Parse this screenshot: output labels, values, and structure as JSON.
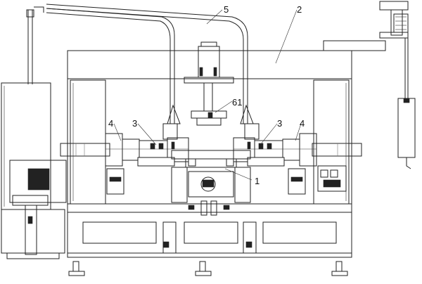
{
  "callouts": {
    "c1": "1",
    "c2": "2",
    "c3_left": "3",
    "c3_right": "3",
    "c4_left": "4",
    "c4_right": "4",
    "c5": "5",
    "c61": "61"
  }
}
